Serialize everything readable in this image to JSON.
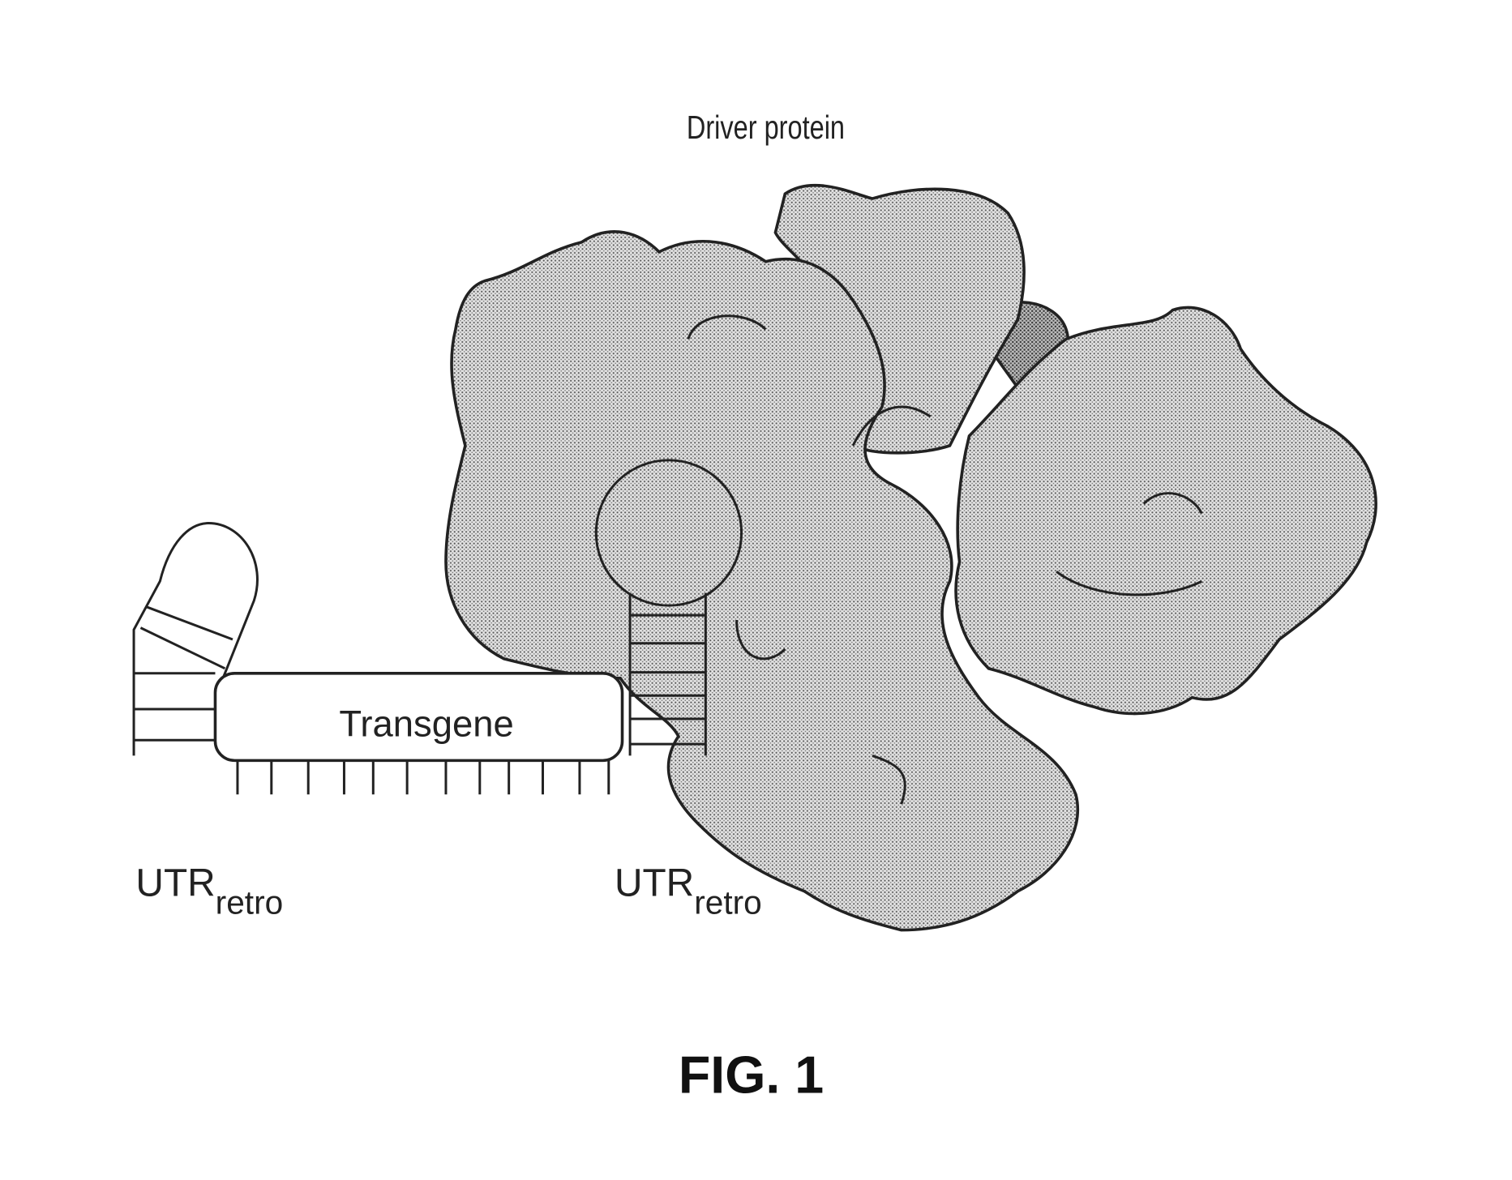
{
  "figure": {
    "title": "FIG. 1",
    "labels": {
      "driver_protein": "Driver protein",
      "transgene": "Transgene",
      "utr_left_main": "UTR",
      "utr_left_sub": "retro",
      "utr_right_main": "UTR",
      "utr_right_sub": "retro"
    }
  }
}
